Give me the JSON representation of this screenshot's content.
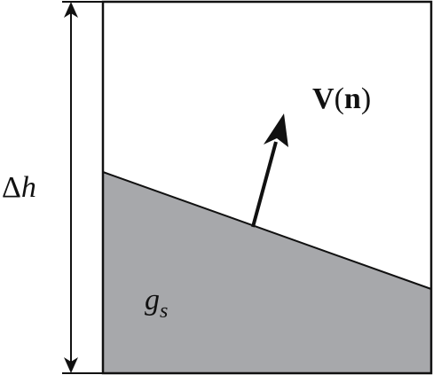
{
  "labels": {
    "height": {
      "symbol": "Δ",
      "variable": "h"
    },
    "velocity": {
      "vector": "V",
      "open_paren": "(",
      "normal": "n",
      "close_paren": ")"
    },
    "region": {
      "variable": "g",
      "subscript": "s"
    }
  },
  "colors": {
    "line": "#111111",
    "fill": "#a7a8ab",
    "background": "#ffffff"
  }
}
